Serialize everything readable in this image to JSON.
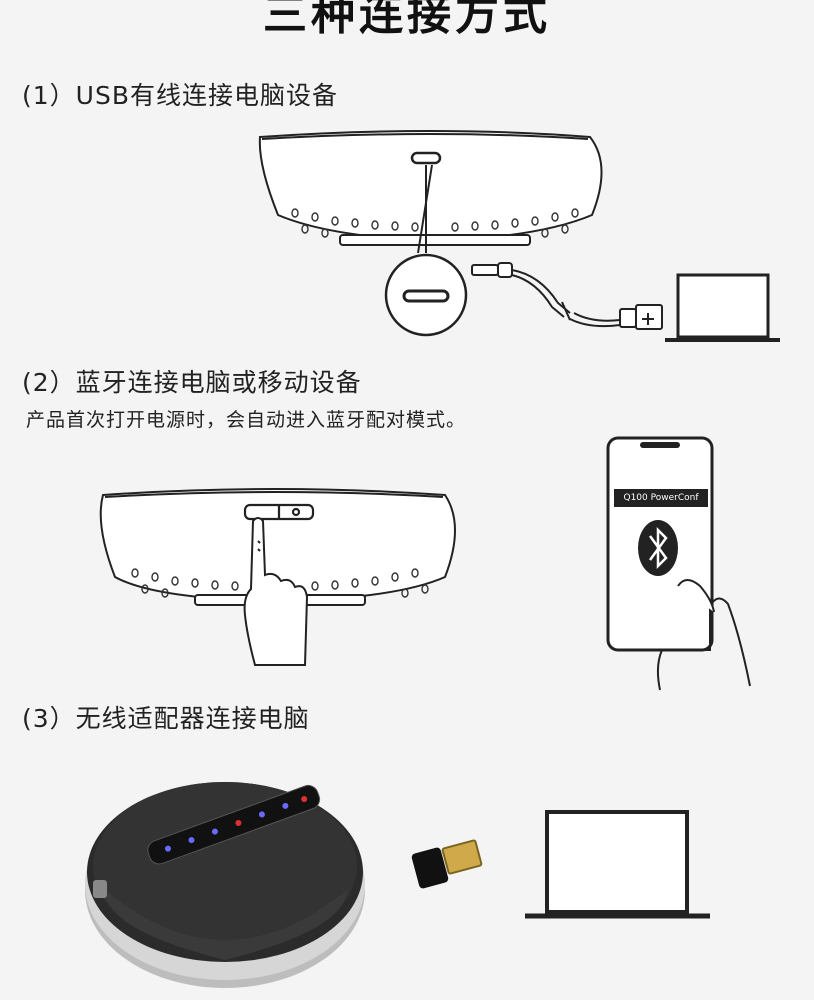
{
  "page": {
    "title": "三种连接方式"
  },
  "sections": [
    {
      "heading": "(1）USB有线连接电脑设备"
    },
    {
      "heading": "(2）蓝牙连接电脑或移动设备",
      "note": "产品首次打开电源时，会自动进入蓝牙配对模式。"
    },
    {
      "heading": "(3）无线适配器连接电脑"
    }
  ],
  "phone": {
    "screen_label": "Q100 PowerConf",
    "icon": "bluetooth-icon"
  },
  "icons": [
    "usb-c-port-icon",
    "usb-cable-icon",
    "laptop-icon",
    "power-button-icon",
    "hand-icon",
    "smartphone-icon",
    "usb-dongle-icon",
    "speakerphone-icon"
  ],
  "colors": {
    "background": "#f4f4f4",
    "led_blue": "#6a6aff",
    "led_red": "#e03030",
    "device_body": "#2b2b2b",
    "device_ring": "#c8c8c8"
  }
}
